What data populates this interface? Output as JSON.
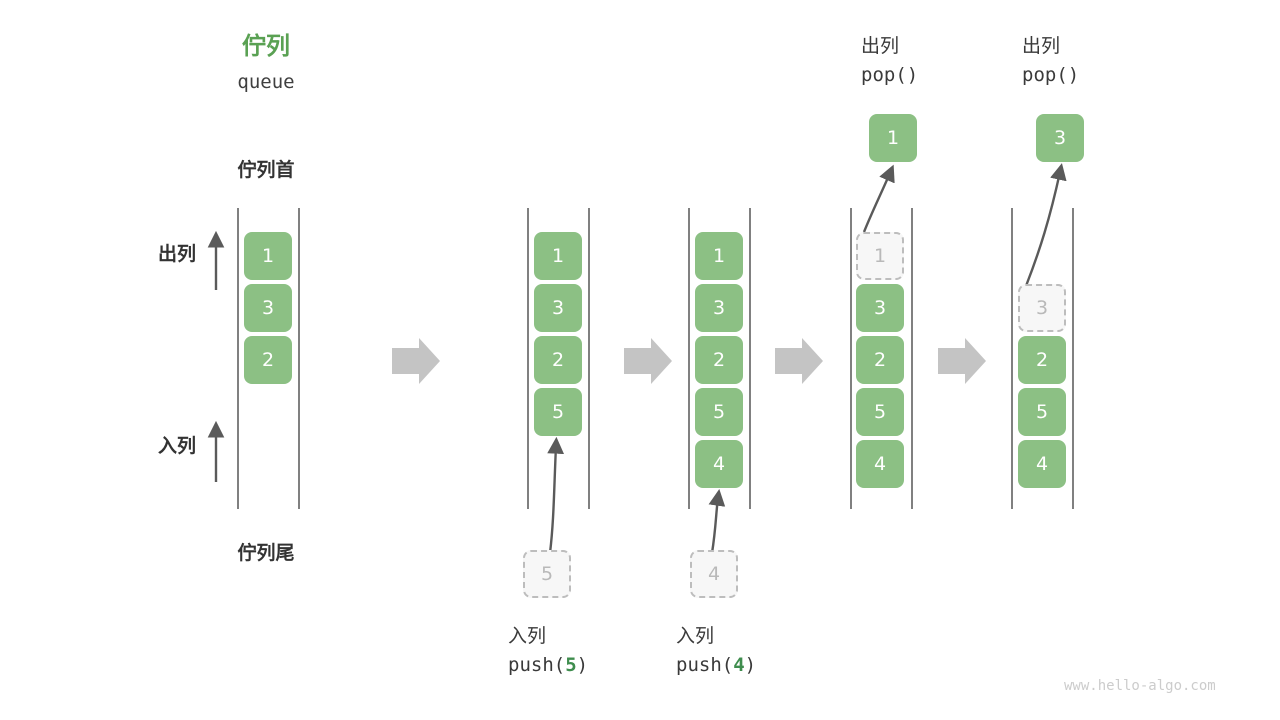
{
  "diagram": {
    "title_cn": "佇列",
    "title_en": "queue",
    "head_label": "佇列首",
    "tail_label": "佇列尾",
    "side_ops": {
      "dequeue": "出列",
      "enqueue": "入列"
    },
    "watermark": "www.hello-algo.com",
    "colors": {
      "element_fill": "#8cc084",
      "element_text": "#ffffff",
      "ghost_fill": "#f7f7f7",
      "ghost_border": "#bdbdbd",
      "ghost_text": "#b9b9b9",
      "title_green": "#5aa153",
      "code_arg_green": "#3f8d4e",
      "rail": "#4a4a4a",
      "arrow_gray": "#5a5a5a",
      "step_arrow_gray": "#c4c4c4",
      "watermark": "#cccccc"
    },
    "columns": [
      {
        "id": "initial",
        "caption_cn": "",
        "caption_code": "",
        "caption_arg": "",
        "cells": [
          "1",
          "3",
          "2"
        ],
        "ghost_index": -1,
        "ghost_value": "",
        "incoming_value": "",
        "popped_value": ""
      },
      {
        "id": "push-5",
        "caption_cn": "入列",
        "caption_code_prefix": "push(",
        "caption_arg": "5",
        "caption_code_suffix": ")",
        "cells": [
          "1",
          "3",
          "2",
          "5"
        ],
        "ghost_index": -1,
        "ghost_value": "",
        "incoming_value": "5",
        "popped_value": ""
      },
      {
        "id": "push-4",
        "caption_cn": "入列",
        "caption_code_prefix": "push(",
        "caption_arg": "4",
        "caption_code_suffix": ")",
        "cells": [
          "1",
          "3",
          "2",
          "5",
          "4"
        ],
        "ghost_index": -1,
        "ghost_value": "",
        "incoming_value": "4",
        "popped_value": ""
      },
      {
        "id": "pop-1",
        "caption_cn": "出列",
        "caption_code": "pop()",
        "cells": [
          "1",
          "3",
          "2",
          "5",
          "4"
        ],
        "ghost_index": 0,
        "ghost_value": "1",
        "incoming_value": "",
        "popped_value": "1"
      },
      {
        "id": "pop-3",
        "caption_cn": "出列",
        "caption_code": "pop()",
        "cells": [
          "",
          "3",
          "2",
          "5",
          "4"
        ],
        "ghost_index": 1,
        "ghost_value": "3",
        "incoming_value": "",
        "popped_value": "3"
      }
    ],
    "step_arrows": 4
  }
}
